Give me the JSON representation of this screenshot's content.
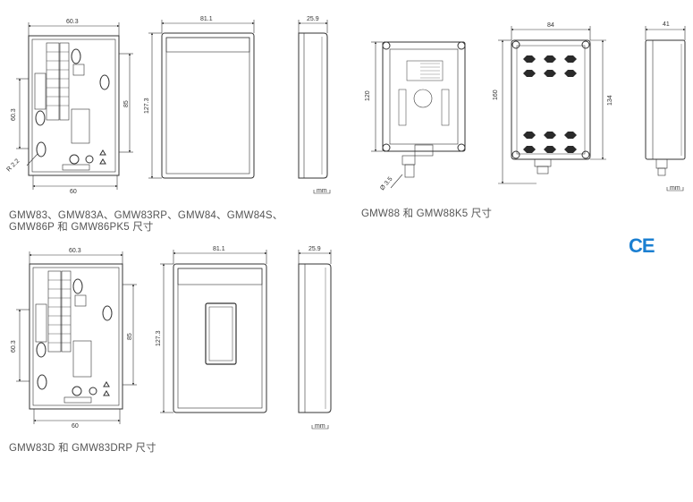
{
  "captions": {
    "top_left_line1": "GMW83、GMW83A、GMW83RP、GMW84、GMW84S、",
    "top_left_line2": "GMW86P 和 GMW86PK5 尺寸",
    "top_right": "GMW88 和 GMW88K5 尺寸",
    "bottom_left": "GMW83D 和 GMW83DRP 尺寸"
  },
  "ce_mark": "CE",
  "unit": "mm",
  "dimensions": {
    "gmw83": {
      "width_top": "60.3",
      "width_bottom": "60",
      "height_left": "60.3",
      "height_right": "85",
      "radius": "R 2.2",
      "front_width": "81.1",
      "front_height": "127.3",
      "side_width": "25.9"
    },
    "gmw88": {
      "width_top": "84",
      "side_width": "41",
      "height_inner": "120",
      "height_outer": "160",
      "height_right": "134",
      "cable": "Ø 3.5"
    },
    "gmw83d": {
      "width_top": "60.3",
      "width_bottom": "60",
      "height_left": "60.3",
      "height_right": "85",
      "front_width": "81.1",
      "front_height": "127.3",
      "side_width": "25.9"
    }
  },
  "colors": {
    "line": "#333333",
    "ce": "#1b7fd1"
  }
}
